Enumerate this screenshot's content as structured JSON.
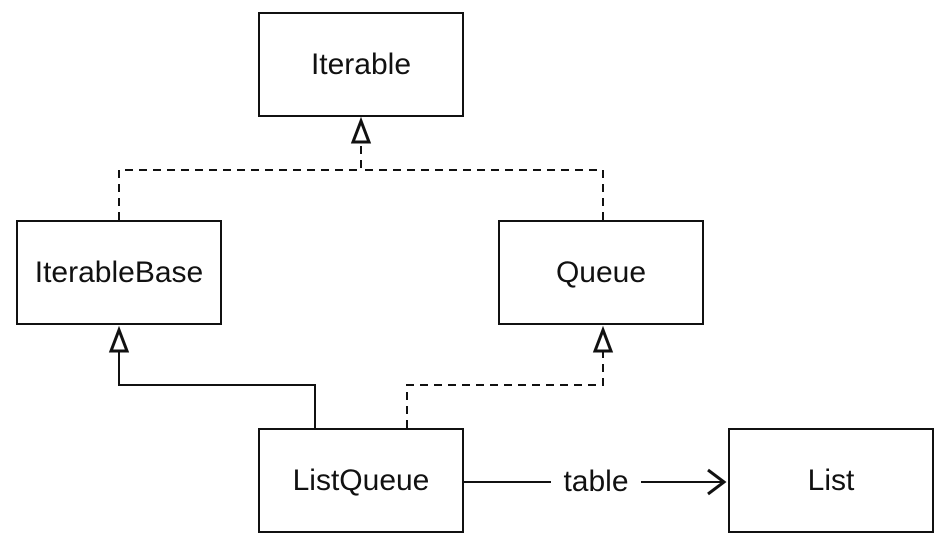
{
  "diagram": {
    "nodes": {
      "iterable": "Iterable",
      "iterable_base": "IterableBase",
      "queue": "Queue",
      "list_queue": "ListQueue",
      "list": "List"
    },
    "edges": [
      {
        "from": "IterableBase",
        "to": "Iterable",
        "kind": "realization"
      },
      {
        "from": "Queue",
        "to": "Iterable",
        "kind": "realization"
      },
      {
        "from": "ListQueue",
        "to": "IterableBase",
        "kind": "generalization"
      },
      {
        "from": "ListQueue",
        "to": "Queue",
        "kind": "realization"
      },
      {
        "from": "ListQueue",
        "to": "List",
        "kind": "association",
        "label": "table"
      }
    ],
    "labels": {
      "association": "table"
    },
    "colors": {
      "line": "#111111",
      "background": "#ffffff"
    }
  }
}
